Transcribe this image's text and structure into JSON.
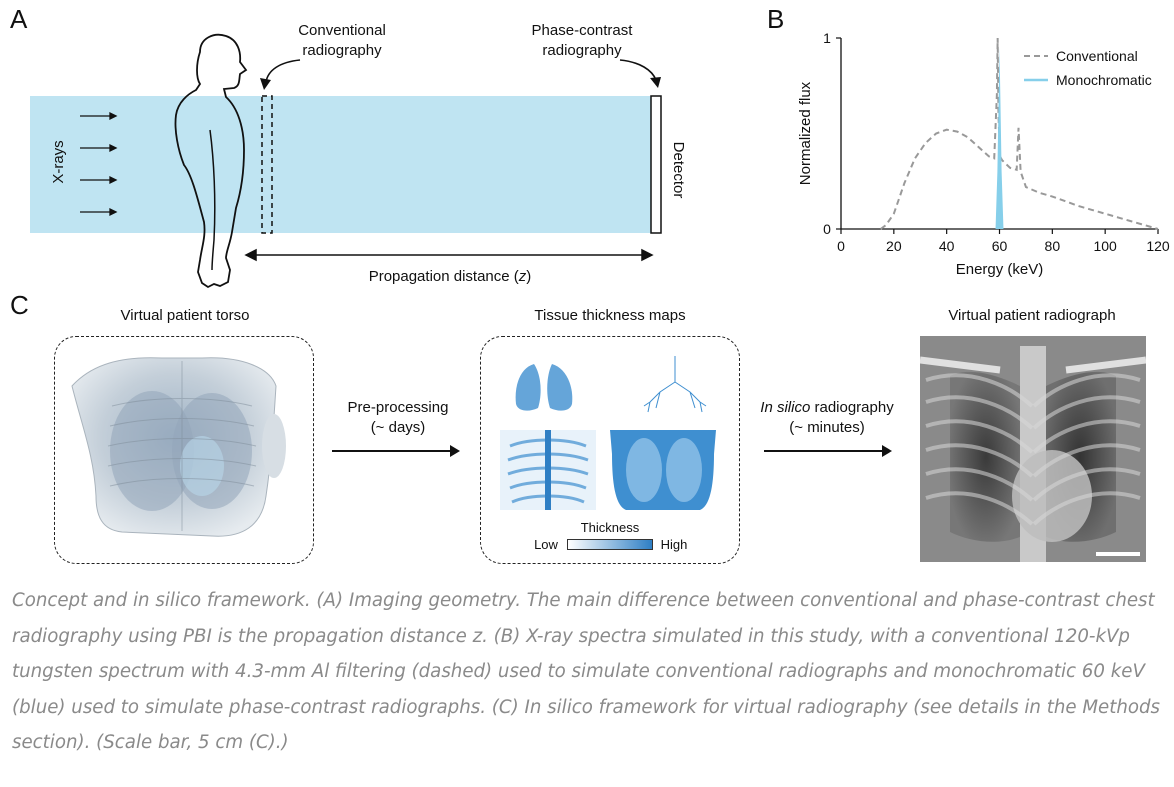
{
  "panel_a": {
    "letter": "A",
    "xrays_label": "X-rays",
    "conventional_label_1": "Conventional",
    "conventional_label_2": "radiography",
    "phase_label_1": "Phase-contrast",
    "phase_label_2": "radiography",
    "detector_label": "Detector",
    "propagation_label_prefix": "Propagation distance (",
    "propagation_label_var": "z",
    "propagation_label_suffix": ")",
    "colors": {
      "beam": "#bfe4f2",
      "ink": "#111111"
    }
  },
  "panel_b": {
    "letter": "B",
    "chart_data": {
      "type": "line",
      "xlabel": "Energy (keV)",
      "ylabel": "Normalized flux",
      "xlim": [
        0,
        120
      ],
      "ylim": [
        0,
        1
      ],
      "xticks": [
        0,
        20,
        40,
        60,
        80,
        100,
        120
      ],
      "yticks": [
        0,
        1
      ],
      "grid": false,
      "legend_placement": "top-right",
      "series": [
        {
          "name": "Conventional",
          "style": "dashed",
          "color": "#999999",
          "x": [
            15,
            17,
            20,
            24,
            28,
            32,
            36,
            40,
            44,
            48,
            52,
            56,
            58,
            59,
            59.3,
            59.6,
            60.2,
            61,
            64,
            66.5,
            67.2,
            68,
            70,
            75,
            80,
            85,
            90,
            95,
            100,
            105,
            110,
            115,
            120
          ],
          "y": [
            0,
            0.02,
            0.08,
            0.24,
            0.37,
            0.45,
            0.5,
            0.52,
            0.51,
            0.48,
            0.43,
            0.38,
            0.37,
            0.7,
            1.0,
            0.6,
            0.38,
            0.36,
            0.32,
            0.31,
            0.53,
            0.3,
            0.22,
            0.19,
            0.17,
            0.145,
            0.12,
            0.1,
            0.08,
            0.06,
            0.04,
            0.02,
            0
          ]
        },
        {
          "name": "Monochromatic",
          "style": "filled",
          "color": "#86cfea",
          "x": [
            58.5,
            59.2,
            60,
            60.8,
            61.5
          ],
          "y": [
            0,
            0.3,
            0.95,
            0.3,
            0
          ]
        }
      ]
    }
  },
  "panel_c": {
    "letter": "C",
    "torso_title": "Virtual patient torso",
    "maps_title": "Tissue thickness maps",
    "radiograph_title": "Virtual patient radiograph",
    "step1_line1": "Pre-processing",
    "step1_line2": "(~ days)",
    "step2_italic": "In silico",
    "step2_rest": " radiography",
    "step2_line2": "(~ minutes)",
    "thickness_label": "Thickness",
    "low_label": "Low",
    "high_label": "High",
    "colors": {
      "thickness_low": "#ffffff",
      "thickness_high": "#2f7fc4"
    }
  },
  "caption": "Concept and in silico framework. (A) Imaging geometry. The main difference between conventional and phase-contrast chest radiography using PBI is the propagation distance z. (B) X-ray spectra simulated in this study, with a conventional 120-kVp tungsten spectrum with 4.3-mm Al filtering (dashed) used to simulate conventional radiographs and monochromatic 60 keV (blue) used to simulate phase-contrast radiographs. (C) In silico framework for virtual radiography (see details in the Methods section). (Scale bar, 5 cm (C).)"
}
